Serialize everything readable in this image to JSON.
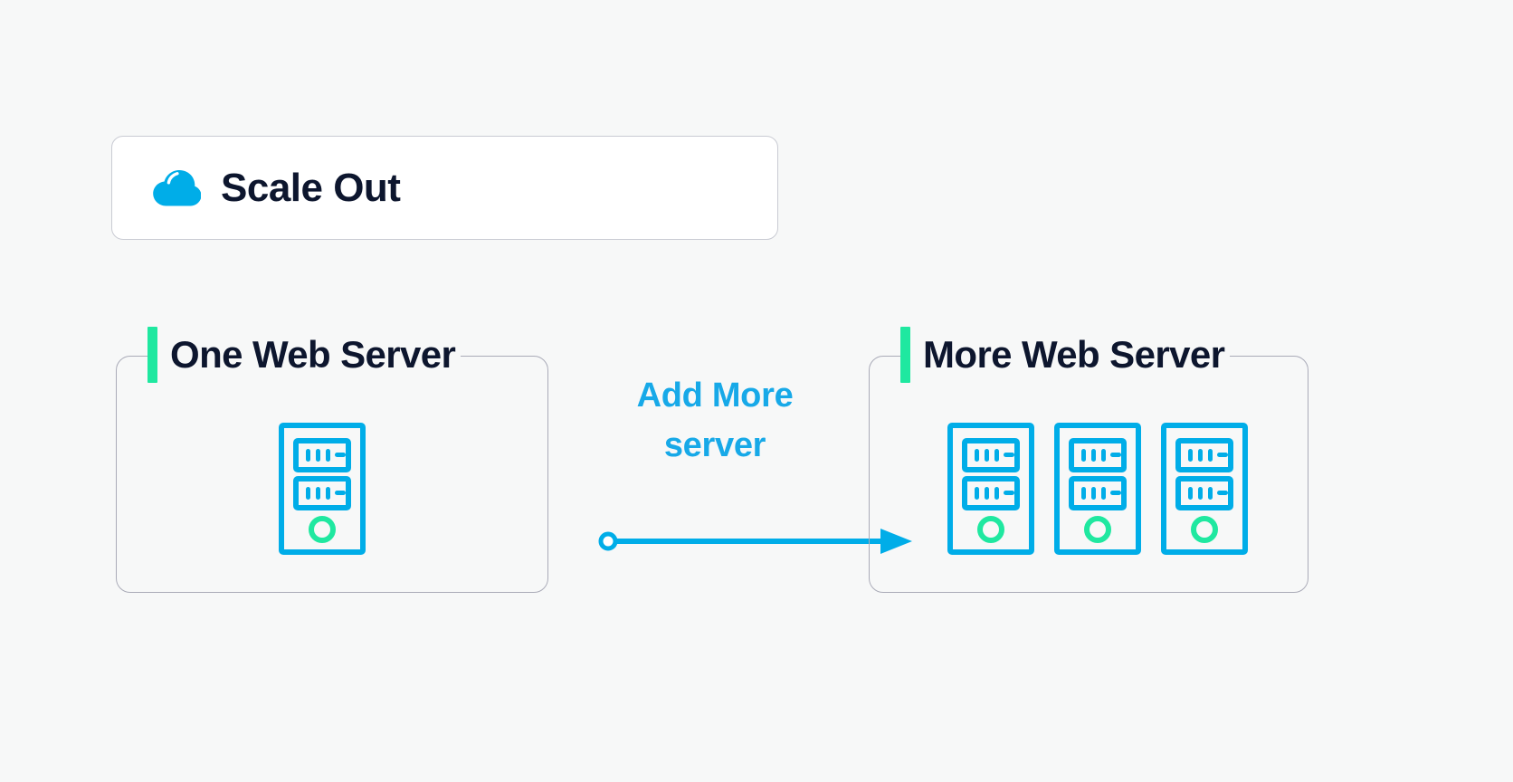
{
  "background_color": "#f7f8f8",
  "colors": {
    "accent_cyan": "#00ade8",
    "label_cyan": "#17a9e8",
    "accent_green": "#1fe8a0",
    "text_navy": "#0d162e",
    "border_gray": "#aaabb8",
    "card_border": "#c9cbd3",
    "card_background": "#ffffff"
  },
  "header": {
    "icon": "cloud-icon",
    "title": "Scale Out"
  },
  "panels": [
    {
      "id": "one-web-server",
      "title": "One Web Server",
      "accent_color": "#1fe8a0",
      "server_count": 1,
      "servers": [
        {
          "label": "web-server",
          "status_indicator": "power-led",
          "status_color": "#1fe8a0",
          "bays": 2
        }
      ]
    },
    {
      "id": "more-web-server",
      "title": "More Web Server",
      "accent_color": "#1fe8a0",
      "server_count": 3,
      "servers": [
        {
          "label": "web-server",
          "status_indicator": "power-led",
          "status_color": "#1fe8a0",
          "bays": 2
        },
        {
          "label": "web-server",
          "status_indicator": "power-led",
          "status_color": "#1fe8a0",
          "bays": 2
        },
        {
          "label": "web-server",
          "status_indicator": "power-led",
          "status_color": "#1fe8a0",
          "bays": 2
        }
      ]
    }
  ],
  "flow": {
    "label_line1": "Add More",
    "label_line2": "server",
    "arrow_color": "#00ade8",
    "start_marker": "circle-endpoint",
    "end_marker": "arrowhead"
  }
}
